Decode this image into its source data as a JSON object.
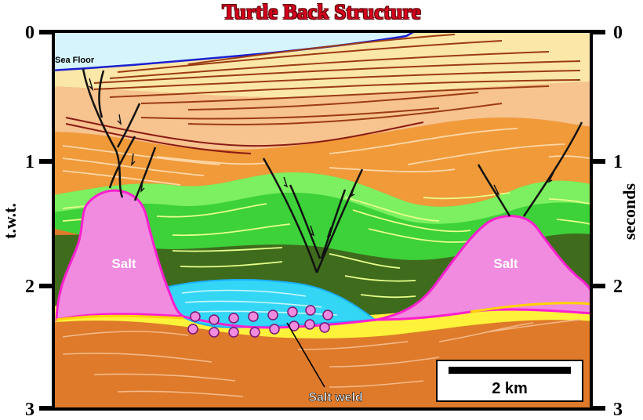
{
  "title": "Turtle Back Structure",
  "axes": {
    "left_title": "t.w.t.",
    "right_title": "seconds",
    "ticks": [
      "0",
      "1",
      "2",
      "3"
    ]
  },
  "labels": {
    "sea_floor": "Sea Floor",
    "salt_left": "Salt",
    "salt_right": "Salt",
    "salt_weld": "Salt weld"
  },
  "scale_bar": {
    "label": "2 km"
  },
  "colors": {
    "water": "#d6f4fb",
    "layer_cream": "#fbe7a8",
    "layer_peach": "#f7c38f",
    "layer_orange": "#f09a3a",
    "layer_green_light": "#7cf060",
    "layer_green": "#3dd13a",
    "layer_green_dark": "#3f6b1d",
    "salt": "#f08be0",
    "salt_outline": "#ff1fcf",
    "basin_cyan": "#34d6f6",
    "yellow_band": "#fff23a",
    "basement": "#de7a2a"
  }
}
